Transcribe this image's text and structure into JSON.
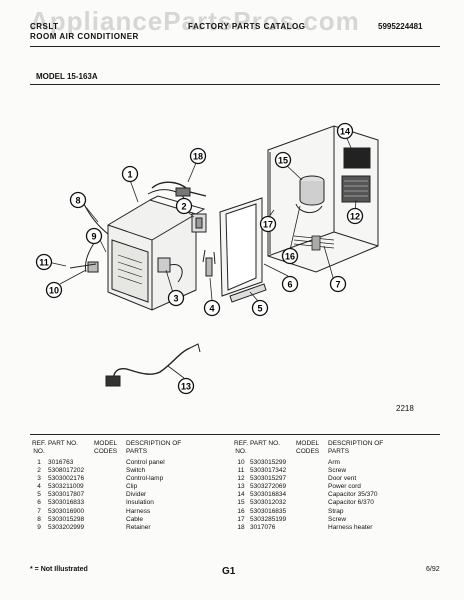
{
  "header": {
    "left_line1": "CRSLT",
    "left_line2": "ROOM AIR CONDITIONER",
    "middle": "FACTORY PARTS CATALOG",
    "right": "5995224481",
    "watermark": "AppliancePartsPros.com"
  },
  "model": "MODEL 15-163A",
  "figure_number": "2218",
  "callouts": [
    "1",
    "2",
    "3",
    "4",
    "5",
    "6",
    "7",
    "8",
    "9",
    "10",
    "11",
    "12",
    "13",
    "14",
    "15",
    "16",
    "17",
    "18"
  ],
  "columns": {
    "ref": "REF. NO.",
    "part": "PART NO.",
    "model": "MODEL CODES",
    "desc": "DESCRIPTION OF PARTS"
  },
  "parts_left": [
    {
      "ref": "1",
      "part": "3016763",
      "desc": "Control panel"
    },
    {
      "ref": "2",
      "part": "5308017202",
      "desc": "Switch"
    },
    {
      "ref": "3",
      "part": "5303002176",
      "desc": "Control-lamp"
    },
    {
      "ref": "4",
      "part": "5303211009",
      "desc": "Clip"
    },
    {
      "ref": "5",
      "part": "5303017807",
      "desc": "Divider"
    },
    {
      "ref": "6",
      "part": "5303016833",
      "desc": "Insulation"
    },
    {
      "ref": "7",
      "part": "5303016900",
      "desc": "Harness"
    },
    {
      "ref": "8",
      "part": "5303015298",
      "desc": "Cable"
    },
    {
      "ref": "9",
      "part": "5303202999",
      "desc": "Retainer"
    }
  ],
  "parts_right": [
    {
      "ref": "10",
      "part": "5303015299",
      "desc": "Arm"
    },
    {
      "ref": "11",
      "part": "5303017342",
      "desc": "Screw"
    },
    {
      "ref": "12",
      "part": "5303015297",
      "desc": "Door vent"
    },
    {
      "ref": "13",
      "part": "5303272069",
      "desc": "Power cord"
    },
    {
      "ref": "14",
      "part": "5303016834",
      "desc": "Capacitor 35/370"
    },
    {
      "ref": "15",
      "part": "5303012032",
      "desc": "Capacitor 6/370"
    },
    {
      "ref": "16",
      "part": "5303016835",
      "desc": "Strap"
    },
    {
      "ref": "17",
      "part": "5303285199",
      "desc": "Screw"
    },
    {
      "ref": "18",
      "part": "3017076",
      "desc": "Harness heater"
    }
  ],
  "footer": {
    "note": "* = Not Illustrated",
    "page": "G1",
    "date": "6/92"
  }
}
